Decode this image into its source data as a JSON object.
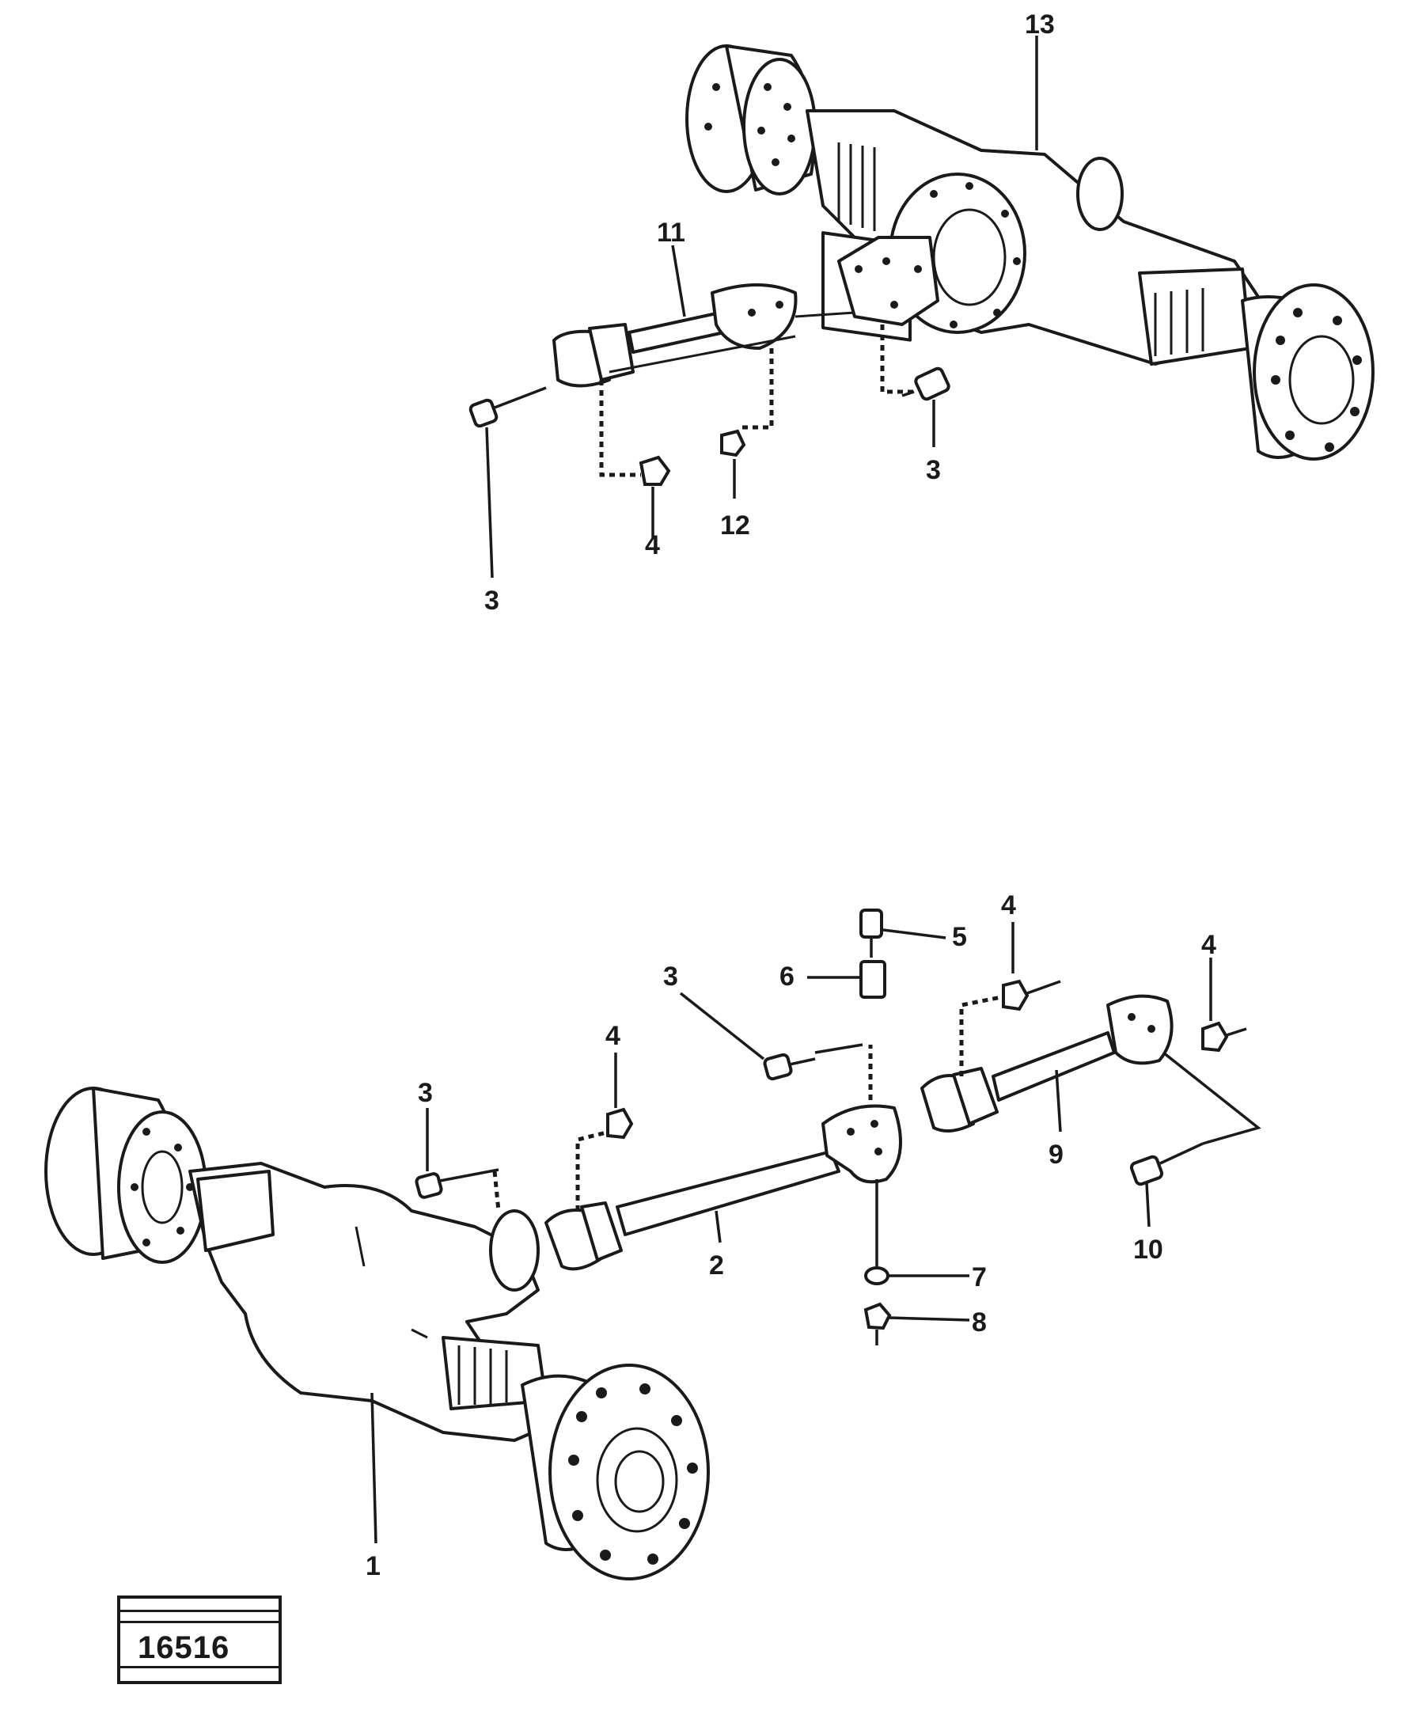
{
  "callouts": {
    "c13": "13",
    "c11": "11",
    "c3_top_left": "3",
    "c4_top": "4",
    "c12": "12",
    "c3_top_right": "3",
    "c5": "5",
    "c4_mid": "4",
    "c6": "6",
    "c3_mid": "3",
    "c4_right": "4",
    "c4_left": "4",
    "c3_left": "3",
    "c9": "9",
    "c2": "2",
    "c10": "10",
    "c7": "7",
    "c8": "8",
    "c1": "1"
  },
  "stamp": {
    "number": "16516"
  }
}
